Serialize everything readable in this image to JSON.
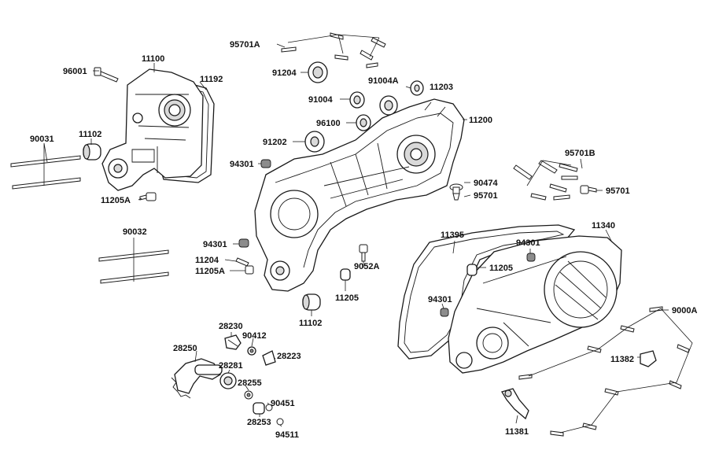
{
  "diagram": {
    "type": "exploded parts diagram",
    "callouts": [
      {
        "id": "c-96001",
        "label": "96001"
      },
      {
        "id": "c-11100",
        "label": "11100"
      },
      {
        "id": "c-11192",
        "label": "11192"
      },
      {
        "id": "c-90031",
        "label": "90031"
      },
      {
        "id": "c-11102a",
        "label": "11102"
      },
      {
        "id": "c-11205A-1",
        "label": "11205A"
      },
      {
        "id": "c-95701A",
        "label": "95701A"
      },
      {
        "id": "c-91204",
        "label": "91204"
      },
      {
        "id": "c-91004A",
        "label": "91004A"
      },
      {
        "id": "c-11203",
        "label": "11203"
      },
      {
        "id": "c-91004",
        "label": "91004"
      },
      {
        "id": "c-96100",
        "label": "96100"
      },
      {
        "id": "c-11200",
        "label": "11200"
      },
      {
        "id": "c-91202",
        "label": "91202"
      },
      {
        "id": "c-94301a",
        "label": "94301"
      },
      {
        "id": "c-90474",
        "label": "90474"
      },
      {
        "id": "c-95701a",
        "label": "95701"
      },
      {
        "id": "c-95701B",
        "label": "95701B"
      },
      {
        "id": "c-95701b",
        "label": "95701"
      },
      {
        "id": "c-90032",
        "label": "90032"
      },
      {
        "id": "c-94301b",
        "label": "94301"
      },
      {
        "id": "c-11204",
        "label": "11204"
      },
      {
        "id": "c-11205A-2",
        "label": "11205A"
      },
      {
        "id": "c-9052A",
        "label": "9052A"
      },
      {
        "id": "c-11205",
        "label": "11205"
      },
      {
        "id": "c-11102b",
        "label": "11102"
      },
      {
        "id": "c-11395",
        "label": "11395"
      },
      {
        "id": "c-94301c",
        "label": "94301"
      },
      {
        "id": "c-11340",
        "label": "11340"
      },
      {
        "id": "c-11205b",
        "label": "11205"
      },
      {
        "id": "c-94301d",
        "label": "94301"
      },
      {
        "id": "c-9000A",
        "label": "9000A"
      },
      {
        "id": "c-28230",
        "label": "28230"
      },
      {
        "id": "c-90412",
        "label": "90412"
      },
      {
        "id": "c-28250",
        "label": "28250"
      },
      {
        "id": "c-28223",
        "label": "28223"
      },
      {
        "id": "c-28281",
        "label": "28281"
      },
      {
        "id": "c-28255",
        "label": "28255"
      },
      {
        "id": "c-11382",
        "label": "11382"
      },
      {
        "id": "c-90451",
        "label": "90451"
      },
      {
        "id": "c-28253",
        "label": "28253"
      },
      {
        "id": "c-94511",
        "label": "94511"
      },
      {
        "id": "c-11381",
        "label": "11381"
      }
    ]
  }
}
